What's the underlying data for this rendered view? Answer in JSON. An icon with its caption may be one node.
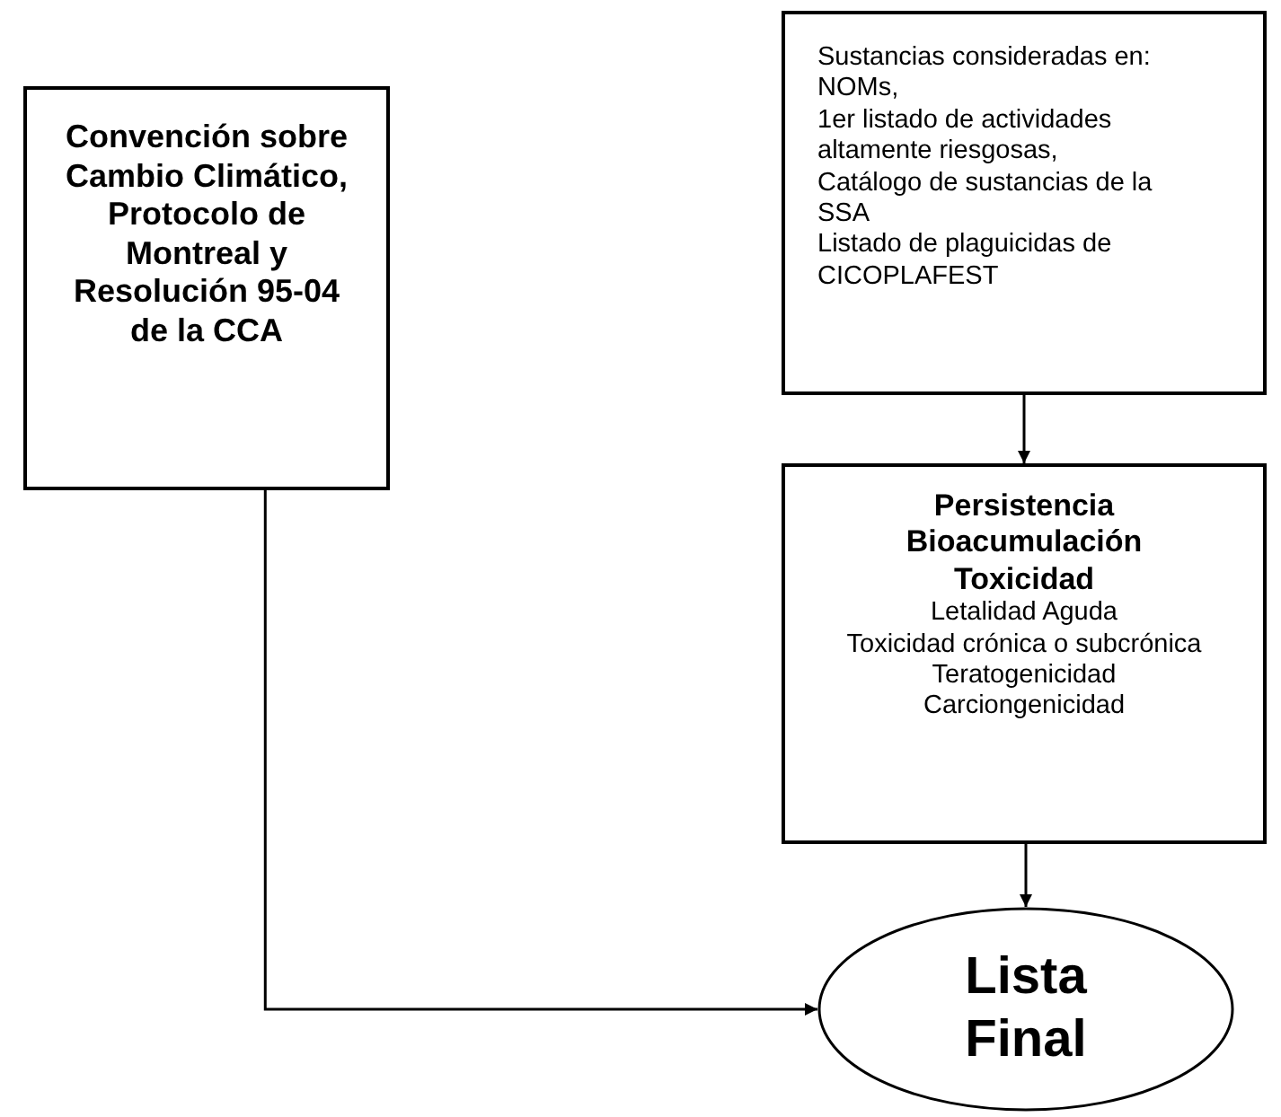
{
  "diagram": {
    "nodes": [
      {
        "text": [
          "Convención sobre Cambio Climático, Protocolo de Montreal y Resolución 95-04 de la CCA"
        ]
      },
      {
        "text": [
          "Sustancias consideradas en:",
          "NOMs,",
          "1er listado de actividades altamente riesgosas,",
          "Catálogo de sustancias de la SSA",
          "Listado de plaguicidas de CICOPLAFEST"
        ]
      },
      {
        "text": [
          "Persistencia",
          "Bioacumulación",
          "Toxicidad",
          "Letalidad Aguda",
          "Toxicidad crónica o subcrónica",
          "Teratogenicidad",
          "Carciongenicidad"
        ]
      },
      {
        "text": [
          "Lista Final"
        ]
      }
    ],
    "edges": [
      {
        "from": 1,
        "to": 2,
        "arrow": "to"
      },
      {
        "from": 2,
        "to": 3,
        "arrow": "to"
      },
      {
        "from": 0,
        "to": 3,
        "arrow": "to"
      }
    ]
  }
}
